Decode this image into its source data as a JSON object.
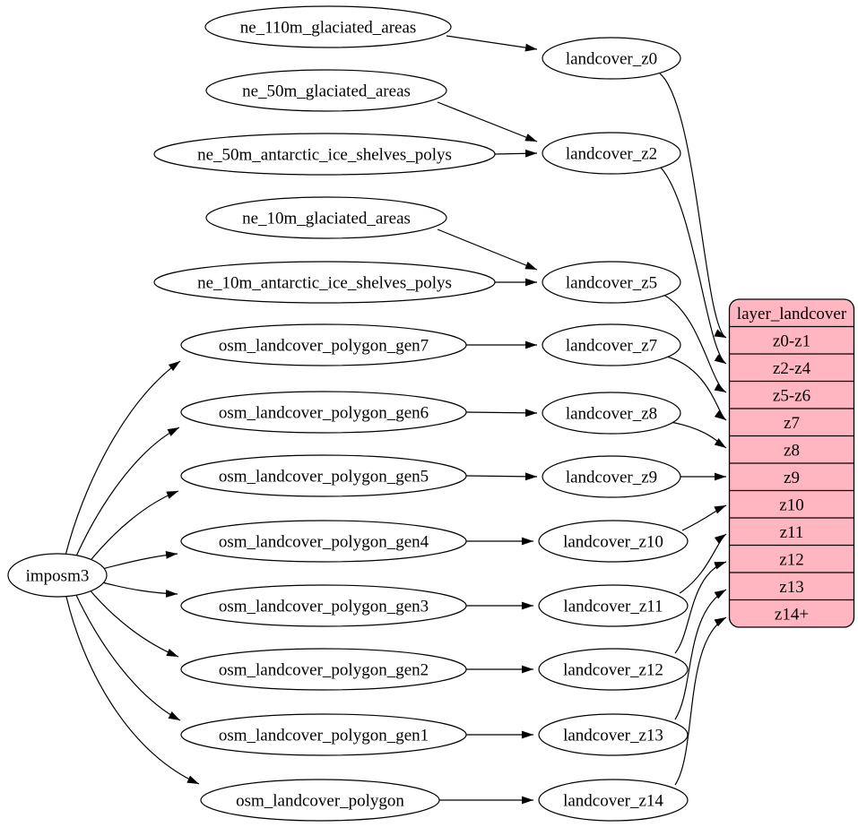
{
  "diagram": {
    "type": "graphviz-digraph",
    "description": "ETL flow from landcover sources through intermediate zoom-level tables into the layer_landcover tile layer",
    "colors": {
      "node_fill": "#ffffff",
      "table_fill": "#ffb6c1",
      "stroke": "#000000",
      "background": "#ffffff"
    },
    "nodes": {
      "imposm3": "imposm3",
      "ne_110m_glaciated_areas": "ne_110m_glaciated_areas",
      "ne_50m_glaciated_areas": "ne_50m_glaciated_areas",
      "ne_50m_antarctic_ice_shelves_polys": "ne_50m_antarctic_ice_shelves_polys",
      "ne_10m_glaciated_areas": "ne_10m_glaciated_areas",
      "ne_10m_antarctic_ice_shelves_polys": "ne_10m_antarctic_ice_shelves_polys",
      "osm_landcover_polygon_gen7": "osm_landcover_polygon_gen7",
      "osm_landcover_polygon_gen6": "osm_landcover_polygon_gen6",
      "osm_landcover_polygon_gen5": "osm_landcover_polygon_gen5",
      "osm_landcover_polygon_gen4": "osm_landcover_polygon_gen4",
      "osm_landcover_polygon_gen3": "osm_landcover_polygon_gen3",
      "osm_landcover_polygon_gen2": "osm_landcover_polygon_gen2",
      "osm_landcover_polygon_gen1": "osm_landcover_polygon_gen1",
      "osm_landcover_polygon": "osm_landcover_polygon",
      "landcover_z0": "landcover_z0",
      "landcover_z2": "landcover_z2",
      "landcover_z5": "landcover_z5",
      "landcover_z7": "landcover_z7",
      "landcover_z8": "landcover_z8",
      "landcover_z9": "landcover_z9",
      "landcover_z10": "landcover_z10",
      "landcover_z11": "landcover_z11",
      "landcover_z12": "landcover_z12",
      "landcover_z13": "landcover_z13",
      "landcover_z14": "landcover_z14"
    },
    "table": {
      "title": "layer_landcover",
      "rows": [
        "z0-z1",
        "z2-z4",
        "z5-z6",
        "z7",
        "z8",
        "z9",
        "z10",
        "z11",
        "z12",
        "z13",
        "z14+"
      ]
    },
    "edges": [
      {
        "from": "ne_110m_glaciated_areas",
        "to": "landcover_z0"
      },
      {
        "from": "ne_50m_glaciated_areas",
        "to": "landcover_z2"
      },
      {
        "from": "ne_50m_antarctic_ice_shelves_polys",
        "to": "landcover_z2"
      },
      {
        "from": "ne_10m_glaciated_areas",
        "to": "landcover_z5"
      },
      {
        "from": "ne_10m_antarctic_ice_shelves_polys",
        "to": "landcover_z5"
      },
      {
        "from": "imposm3",
        "to": "osm_landcover_polygon_gen7"
      },
      {
        "from": "imposm3",
        "to": "osm_landcover_polygon_gen6"
      },
      {
        "from": "imposm3",
        "to": "osm_landcover_polygon_gen5"
      },
      {
        "from": "imposm3",
        "to": "osm_landcover_polygon_gen4"
      },
      {
        "from": "imposm3",
        "to": "osm_landcover_polygon_gen3"
      },
      {
        "from": "imposm3",
        "to": "osm_landcover_polygon_gen2"
      },
      {
        "from": "imposm3",
        "to": "osm_landcover_polygon_gen1"
      },
      {
        "from": "imposm3",
        "to": "osm_landcover_polygon"
      },
      {
        "from": "osm_landcover_polygon_gen7",
        "to": "landcover_z7"
      },
      {
        "from": "osm_landcover_polygon_gen6",
        "to": "landcover_z8"
      },
      {
        "from": "osm_landcover_polygon_gen5",
        "to": "landcover_z9"
      },
      {
        "from": "osm_landcover_polygon_gen4",
        "to": "landcover_z10"
      },
      {
        "from": "osm_landcover_polygon_gen3",
        "to": "landcover_z11"
      },
      {
        "from": "osm_landcover_polygon_gen2",
        "to": "landcover_z12"
      },
      {
        "from": "osm_landcover_polygon_gen1",
        "to": "landcover_z13"
      },
      {
        "from": "osm_landcover_polygon",
        "to": "landcover_z14"
      },
      {
        "from": "landcover_z0",
        "to": "layer_landcover:z0-z1"
      },
      {
        "from": "landcover_z2",
        "to": "layer_landcover:z2-z4"
      },
      {
        "from": "landcover_z5",
        "to": "layer_landcover:z5-z6"
      },
      {
        "from": "landcover_z7",
        "to": "layer_landcover:z7"
      },
      {
        "from": "landcover_z8",
        "to": "layer_landcover:z8"
      },
      {
        "from": "landcover_z9",
        "to": "layer_landcover:z9"
      },
      {
        "from": "landcover_z10",
        "to": "layer_landcover:z10"
      },
      {
        "from": "landcover_z11",
        "to": "layer_landcover:z11"
      },
      {
        "from": "landcover_z12",
        "to": "layer_landcover:z12"
      },
      {
        "from": "landcover_z13",
        "to": "layer_landcover:z13"
      },
      {
        "from": "landcover_z14",
        "to": "layer_landcover:z14+"
      }
    ]
  }
}
